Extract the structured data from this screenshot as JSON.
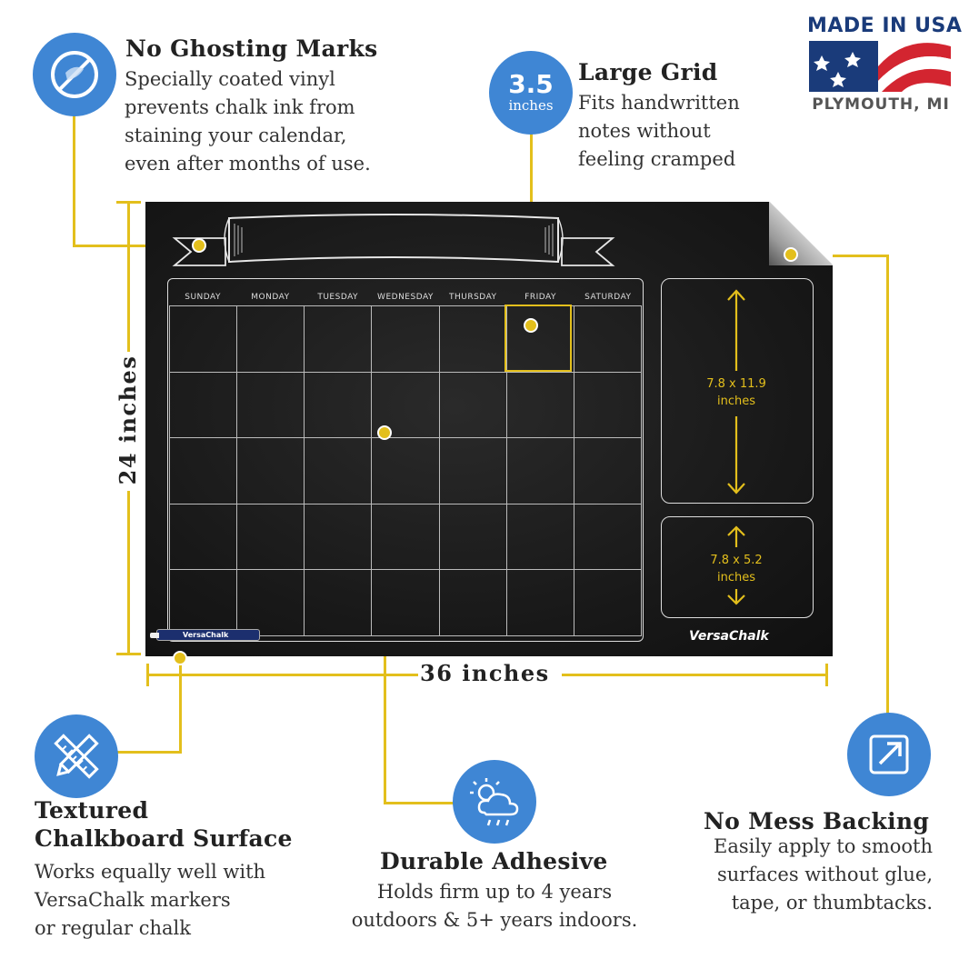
{
  "features": {
    "ghosting": {
      "title": "No Ghosting Marks",
      "lines": [
        "Specially coated vinyl",
        "prevents chalk ink from",
        "staining your calendar,",
        "even after months of use."
      ]
    },
    "grid": {
      "badge_number": "3.5",
      "badge_unit": "inches",
      "title": "Large Grid",
      "lines": [
        "Fits handwritten",
        "notes without",
        "feeling cramped"
      ]
    },
    "surface": {
      "title_lines": [
        "Textured",
        "Chalkboard Surface"
      ],
      "lines": [
        "Works equally well with",
        "VersaChalk markers",
        "or regular chalk"
      ]
    },
    "adhesive": {
      "title": "Durable Adhesive",
      "lines": [
        "Holds firm up to 4 years",
        "outdoors & 5+ years indoors."
      ]
    },
    "backing": {
      "title": "No Mess Backing",
      "lines": [
        "Easily apply to smooth",
        "surfaces without glue,",
        "tape, or thumbtacks."
      ]
    }
  },
  "badge": {
    "top": "MADE IN USA",
    "bottom": "PLYMOUTH, MI"
  },
  "dimensions": {
    "height": "24 inches",
    "width": "36 inches"
  },
  "calendar": {
    "days": [
      "SUNDAY",
      "MONDAY",
      "TUESDAY",
      "WEDNESDAY",
      "THURSDAY",
      "FRIDAY",
      "SATURDAY"
    ],
    "note1": [
      "7.8 x 11.9",
      "inches"
    ],
    "note2": [
      "7.8 x 5.2",
      "inches"
    ],
    "brand": "VersaChalk",
    "marker_brand": "VersaChalk"
  },
  "colors": {
    "accent": "#e3bf1c",
    "icon_blue": "#3f86d4"
  }
}
